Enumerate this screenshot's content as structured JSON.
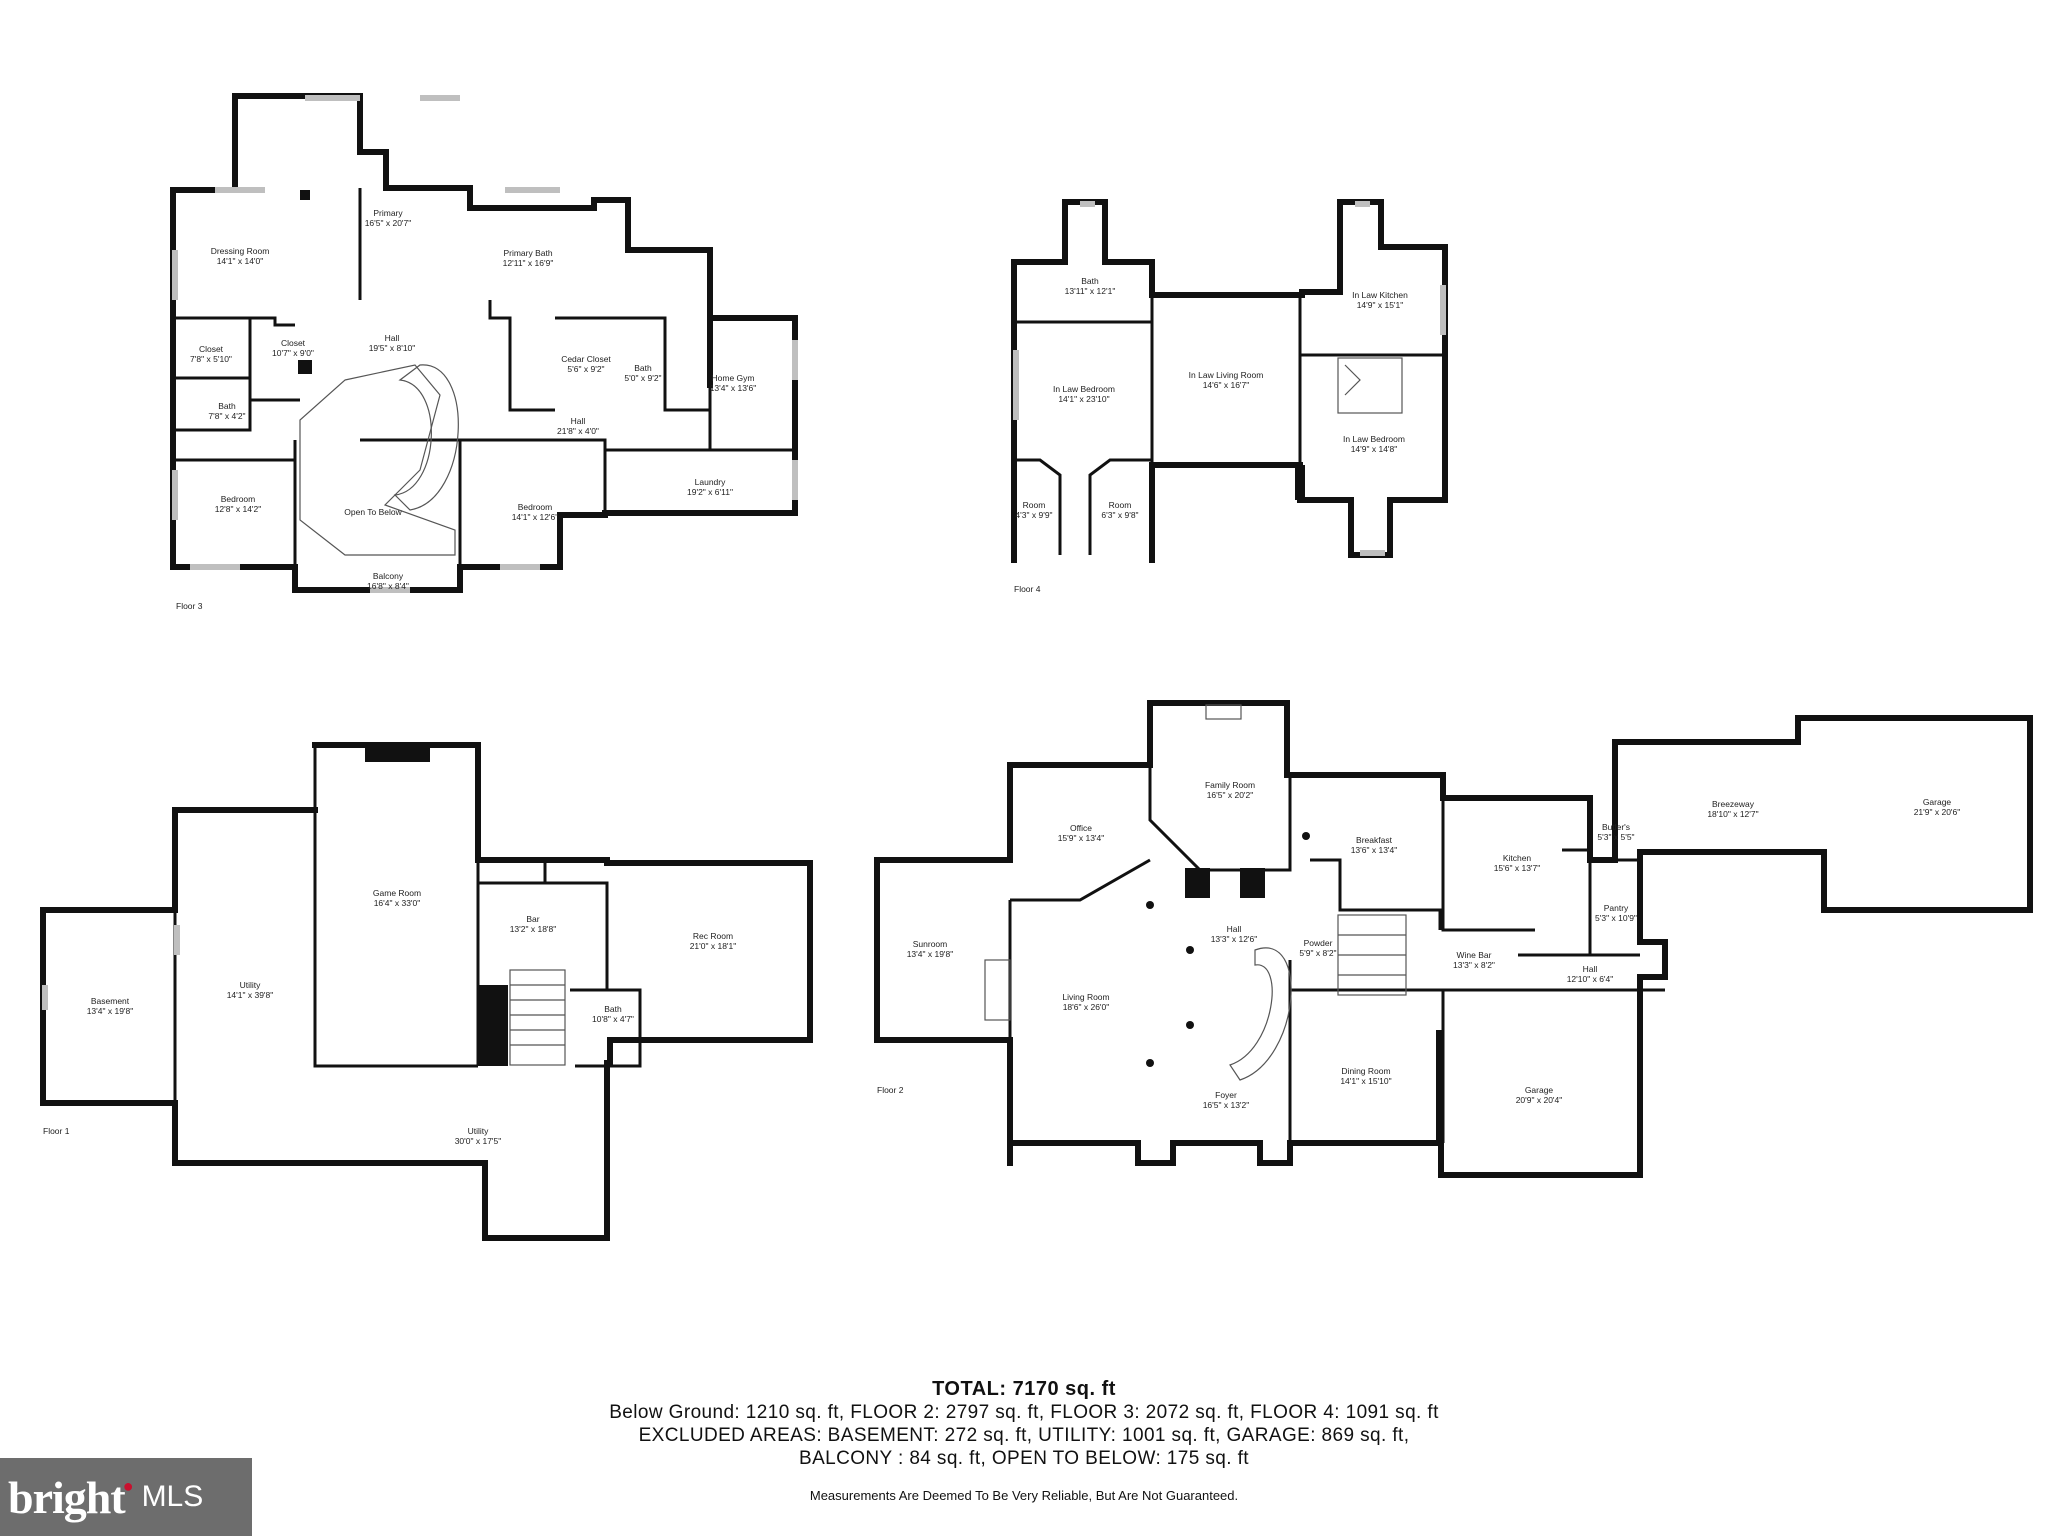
{
  "floors": [
    {
      "id": "floor-3",
      "label": "Floor 3",
      "rooms": [
        {
          "name": "Primary",
          "dims": "16'5\" x 20'7\""
        },
        {
          "name": "Dressing Room",
          "dims": "14'1\" x 14'0\""
        },
        {
          "name": "Primary Bath",
          "dims": "12'11\" x 16'9\""
        },
        {
          "name": "Closet",
          "dims": "7'8\" x 5'10\""
        },
        {
          "name": "Closet",
          "dims": "10'7\" x 9'0\""
        },
        {
          "name": "Hall",
          "dims": "19'5\" x 8'10\""
        },
        {
          "name": "Cedar Closet",
          "dims": "5'6\" x 9'2\""
        },
        {
          "name": "Bath",
          "dims": "5'0\" x 9'2\""
        },
        {
          "name": "Home Gym",
          "dims": "13'4\" x 13'6\""
        },
        {
          "name": "Bath",
          "dims": "7'8\" x 4'2\""
        },
        {
          "name": "Hall",
          "dims": "21'8\" x 4'0\""
        },
        {
          "name": "Laundry",
          "dims": "19'2\" x 6'11\""
        },
        {
          "name": "Bedroom",
          "dims": "12'8\" x 14'2\""
        },
        {
          "name": "Open To Below",
          "dims": ""
        },
        {
          "name": "Bedroom",
          "dims": "14'1\" x 12'6\""
        },
        {
          "name": "Balcony",
          "dims": "16'8\" x 8'4\""
        }
      ]
    },
    {
      "id": "floor-4",
      "label": "Floor 4",
      "rooms": [
        {
          "name": "Bath",
          "dims": "13'11\" x 12'1\""
        },
        {
          "name": "In Law Kitchen",
          "dims": "14'9\" x 15'1\""
        },
        {
          "name": "In Law Bedroom",
          "dims": "14'1\" x 23'10\""
        },
        {
          "name": "In Law Living Room",
          "dims": "14'6\" x 16'7\""
        },
        {
          "name": "In Law Bedroom",
          "dims": "14'9\" x 14'8\""
        },
        {
          "name": "Room",
          "dims": "4'3\" x 9'9\""
        },
        {
          "name": "Room",
          "dims": "6'3\" x 9'8\""
        }
      ]
    },
    {
      "id": "floor-1",
      "label": "Floor 1",
      "rooms": [
        {
          "name": "Game Room",
          "dims": "16'4\" x 33'0\""
        },
        {
          "name": "Basement",
          "dims": "13'4\" x 19'8\""
        },
        {
          "name": "Utility",
          "dims": "14'1\" x 39'8\""
        },
        {
          "name": "Bar",
          "dims": "13'2\" x 18'8\""
        },
        {
          "name": "Rec Room",
          "dims": "21'0\" x 18'1\""
        },
        {
          "name": "Bath",
          "dims": "10'8\" x 4'7\""
        },
        {
          "name": "Utility",
          "dims": "30'0\" x 17'5\""
        }
      ]
    },
    {
      "id": "floor-2",
      "label": "Floor 2",
      "rooms": [
        {
          "name": "Family Room",
          "dims": "16'5\" x 20'2\""
        },
        {
          "name": "Office",
          "dims": "15'9\" x 13'4\""
        },
        {
          "name": "Breakfast",
          "dims": "13'6\" x 13'4\""
        },
        {
          "name": "Kitchen",
          "dims": "15'6\" x 13'7\""
        },
        {
          "name": "Butler's",
          "dims": "5'3\" x 5'5\""
        },
        {
          "name": "Breezeway",
          "dims": "18'10\" x 12'7\""
        },
        {
          "name": "Garage",
          "dims": "21'9\" x 20'6\""
        },
        {
          "name": "Pantry",
          "dims": "5'3\" x 10'9\""
        },
        {
          "name": "Sunroom",
          "dims": "13'4\" x 19'8\""
        },
        {
          "name": "Hall",
          "dims": "13'3\" x 12'6\""
        },
        {
          "name": "Powder",
          "dims": "5'9\" x 8'2\""
        },
        {
          "name": "Wine Bar",
          "dims": "13'3\" x 8'2\""
        },
        {
          "name": "Hall",
          "dims": "12'10\" x 6'4\""
        },
        {
          "name": "Living Room",
          "dims": "18'6\" x 26'0\""
        },
        {
          "name": "Dining Room",
          "dims": "14'1\" x 15'10\""
        },
        {
          "name": "Garage",
          "dims": "20'9\" x 20'4\""
        },
        {
          "name": "Foyer",
          "dims": "16'5\" x 13'2\""
        }
      ]
    }
  ],
  "summary": {
    "total": "TOTAL: 7170 sq. ft",
    "line1": "Below Ground: 1210 sq. ft, FLOOR 2: 2797 sq. ft, FLOOR 3: 2072 sq. ft, FLOOR 4: 1091 sq. ft",
    "line2": "EXCLUDED AREAS: BASEMENT: 272 sq. ft, UTILITY: 1001 sq. ft, GARAGE: 869 sq. ft,",
    "line3": "BALCONY : 84 sq. ft, OPEN TO BELOW: 175 sq. ft",
    "disclaimer": "Measurements Are Deemed To Be Very Reliable, But Are Not Guaranteed."
  },
  "logo": {
    "brand": "bright",
    "suffix": "MLS"
  },
  "colors": {
    "wall": "#111111",
    "window": "#bfbfbf",
    "logo_bg": "#6d6d6d",
    "logo_accent": "#c8102e"
  }
}
